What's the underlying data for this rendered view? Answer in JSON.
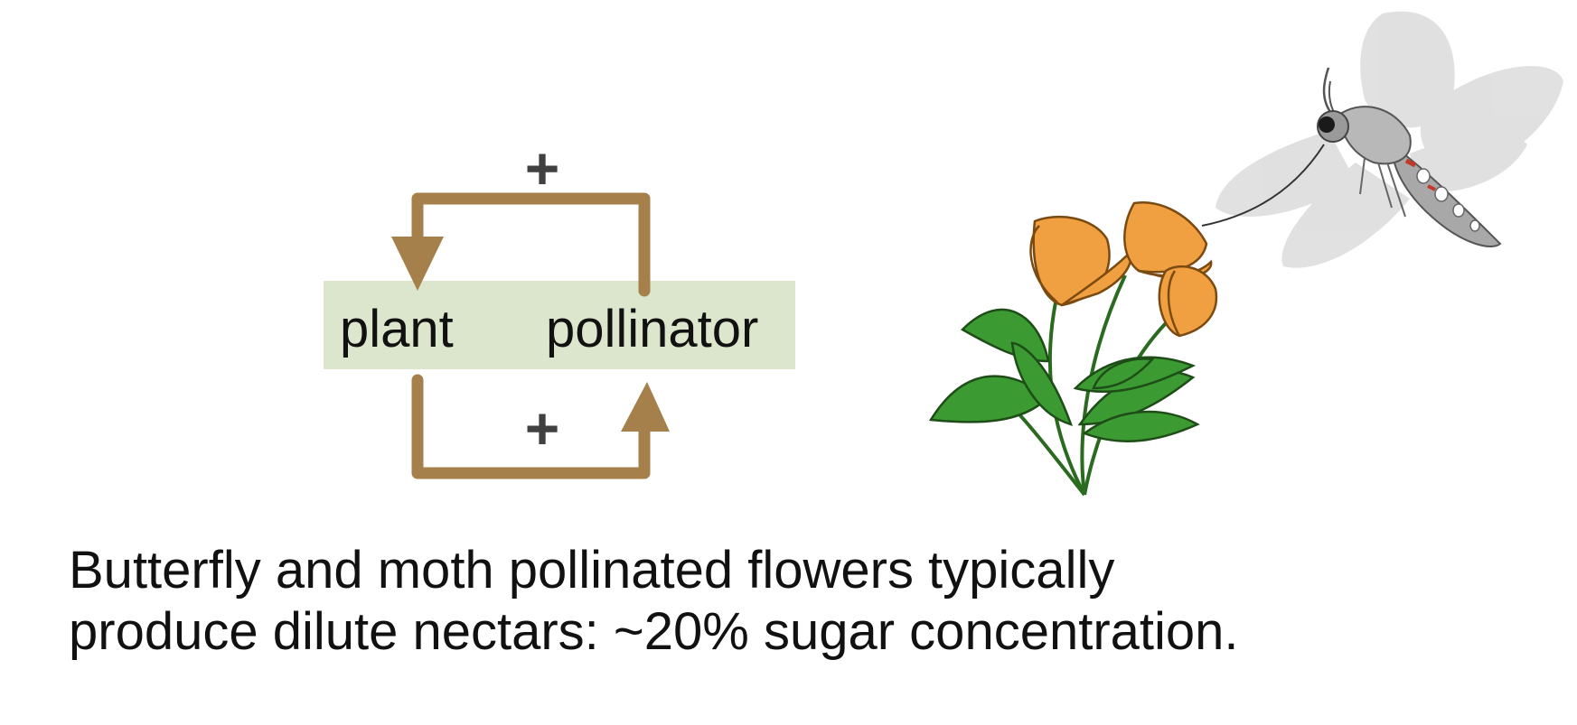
{
  "diagram": {
    "nodes": {
      "plant": "plant",
      "pollinator": "pollinator"
    },
    "top_sign": "+",
    "bottom_sign": "+"
  },
  "caption": {
    "line1": "Butterfly and moth pollinated flowers typically",
    "line2": "produce dilute nectars: ~20% sugar concentration."
  },
  "colors": {
    "arrow": "#a5804a",
    "node_box": "#dce6cc",
    "sign": "#404040",
    "petal": "#f0a040",
    "leaf": "#3c9a32",
    "moth_wing": "#c8c8c8",
    "moth_body": "#a0a0a0"
  },
  "illustration": {
    "flower": "california-poppy-flower-icon",
    "moth": "hawk-moth-icon"
  }
}
